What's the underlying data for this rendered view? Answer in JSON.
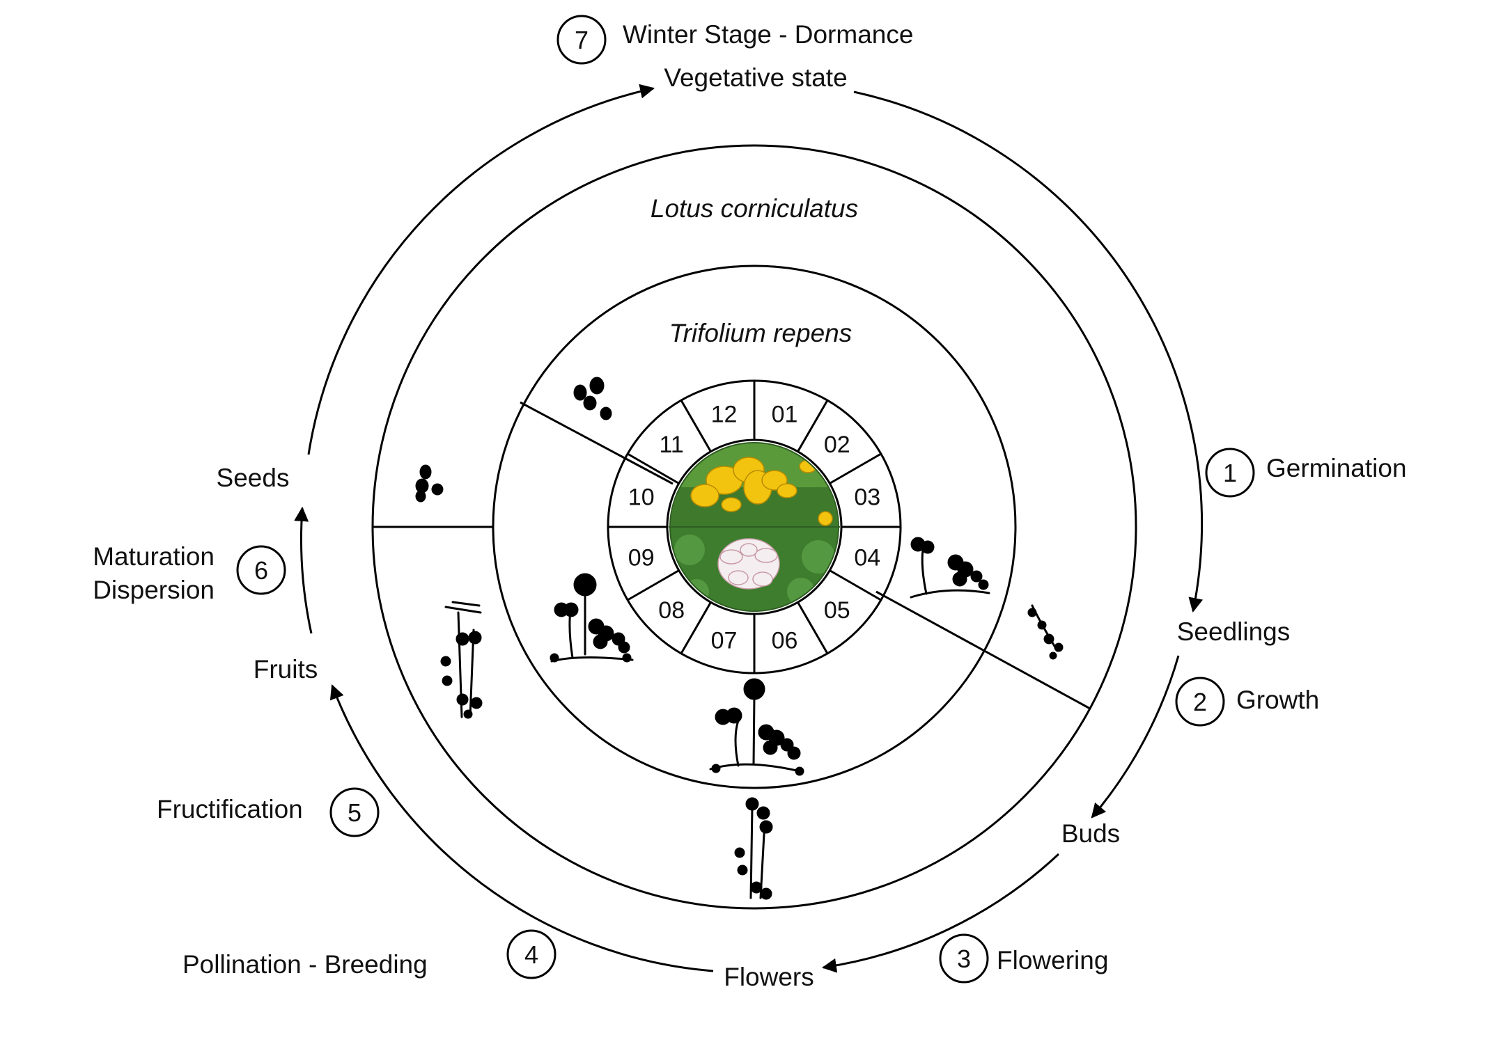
{
  "diagram": {
    "species": {
      "outer": "Lotus corniculatus",
      "inner": "Trifolium repens"
    },
    "months": [
      "12",
      "01",
      "02",
      "03",
      "04",
      "05",
      "06",
      "07",
      "08",
      "09",
      "10",
      "11"
    ],
    "stages": [
      {
        "number": "1",
        "label": "Germination"
      },
      {
        "number": "2",
        "label": "Growth"
      },
      {
        "number": "3",
        "label": "Flowering"
      },
      {
        "number": "4",
        "label": "Pollination - Breeding"
      },
      {
        "number": "5",
        "label": "Fructification"
      },
      {
        "number": "6",
        "label": "Maturation",
        "label2": "Dispersion"
      },
      {
        "number": "7",
        "label": "Winter Stage - Dormance"
      }
    ],
    "states": [
      "Vegetative state",
      "Seedlings",
      "Buds",
      "Flowers",
      "Fruits",
      "Seeds"
    ],
    "colors": {
      "lotus_flower": "#f2c40f",
      "clover_flower": "#f4eef0",
      "foliage": "#4d8a33"
    },
    "center_photo": {
      "top": "Lotus corniculatus flowers",
      "bottom": "Trifolium repens flower"
    }
  }
}
